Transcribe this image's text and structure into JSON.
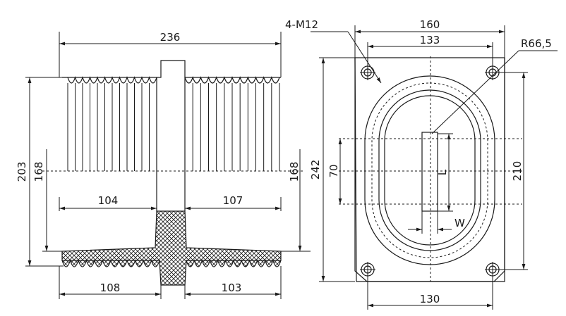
{
  "left_view": {
    "dims": {
      "top_width": "236",
      "height_overall": "203",
      "height_inner": "168",
      "height_right": "168",
      "upper_left": "104",
      "upper_right": "107",
      "lower_left": "108",
      "lower_right": "103"
    }
  },
  "right_view": {
    "dims": {
      "top_outer": "160",
      "top_inner": "133",
      "holes": "4-M12",
      "radius": "R66,5",
      "height_outer": "242",
      "slot_height": "70",
      "height_holes": "210",
      "bottom_holes": "130",
      "slot_length": "L",
      "slot_width": "W"
    }
  },
  "colors": {
    "line": "#1a1a1a",
    "background": "#ffffff"
  }
}
